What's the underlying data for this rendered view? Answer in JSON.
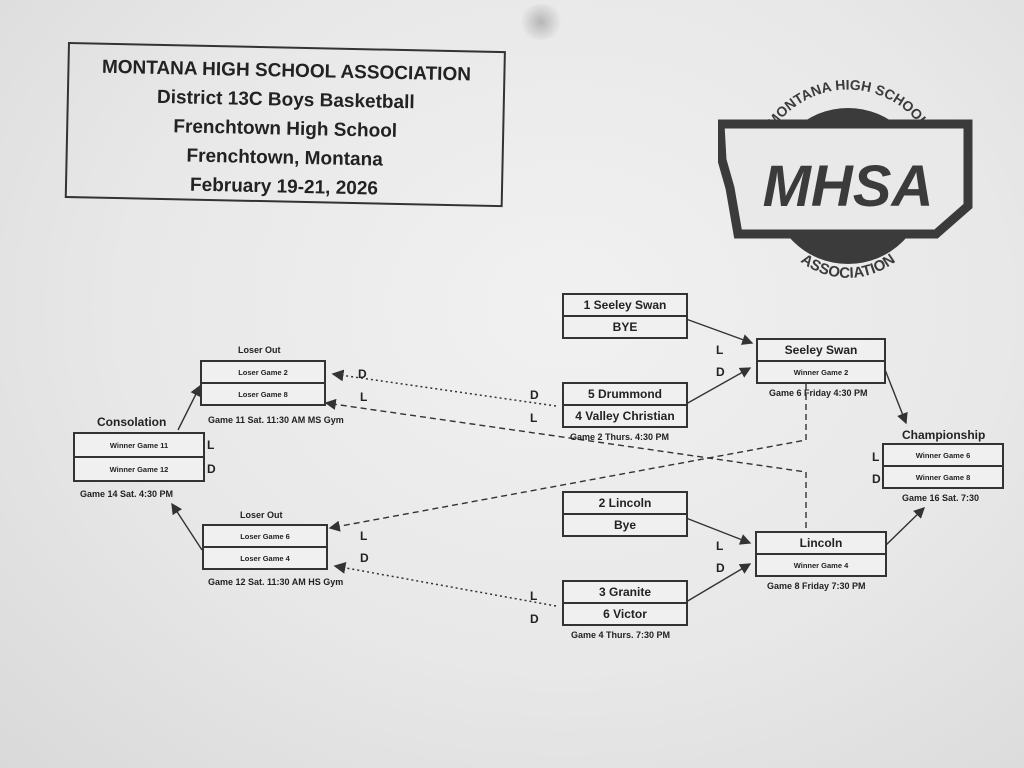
{
  "header": {
    "association": "MONTANA HIGH SCHOOL ASSOCIATION",
    "event": "District 13C Boys Basketball",
    "host": "Frenchtown High School",
    "location": "Frenchtown, Montana",
    "dates": "February 19-21, 2026"
  },
  "logo": {
    "top_text": "MONTANA HIGH SCHOOL",
    "center_text": "MHSA",
    "bottom_text": "ASSOCIATION",
    "icon": "montana-state-icon"
  },
  "bracket": {
    "game2": {
      "team1": "5 Drummond",
      "team2": "4 Valley Christian",
      "label": "Game 2 Thurs. 4:30 PM"
    },
    "seed1": {
      "team1": "1 Seeley Swan",
      "team2": "BYE"
    },
    "game6": {
      "team1": "Seeley Swan",
      "team2": "Winner Game 2",
      "label": "Game 6 Friday 4:30 PM"
    },
    "seed2": {
      "team1": "2 Lincoln",
      "team2": "Bye"
    },
    "game4": {
      "team1": "3 Granite",
      "team2": "6 Victor",
      "label": "Game 4 Thurs. 7:30 PM"
    },
    "game8": {
      "team1": "Lincoln",
      "team2": "Winner Game 4",
      "label": "Game 8 Friday 7:30 PM"
    },
    "championship": {
      "title": "Championship",
      "team1": "Winner Game 6",
      "team2": "Winner Game 8",
      "label": "Game 16 Sat. 7:30"
    },
    "game11": {
      "title": "Loser Out",
      "team1": "Loser Game 2",
      "team2": "Loser Game 8",
      "label": "Game 11 Sat. 11:30 AM  MS Gym"
    },
    "game12": {
      "title": "Loser Out",
      "team1": "Loser Game 6",
      "team2": "Loser Game 4",
      "label": "Game 12 Sat. 11:30 AM  HS Gym"
    },
    "consolation": {
      "title": "Consolation",
      "team1": "Winner Game 11",
      "team2": "Winner Game 12",
      "label": "Game 14 Sat. 4:30 PM"
    },
    "marks": {
      "L": "L",
      "D": "D"
    }
  }
}
